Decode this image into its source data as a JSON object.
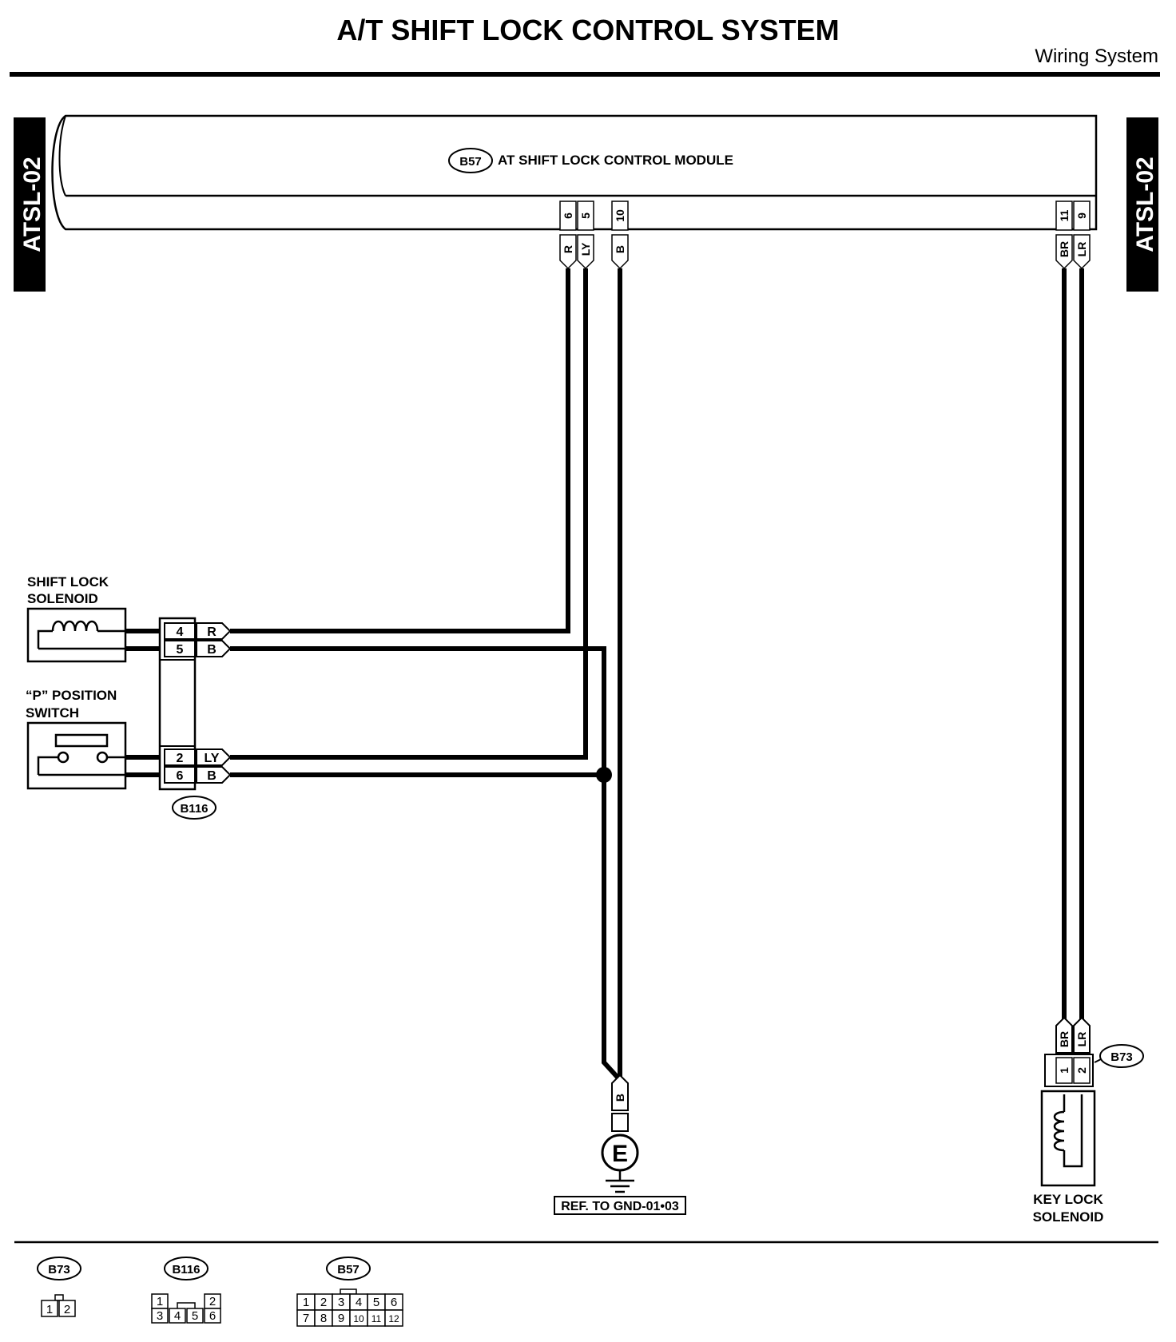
{
  "header": {
    "title": "A/T SHIFT LOCK CONTROL SYSTEM",
    "subtitle": "Wiring System"
  },
  "side_tab": {
    "left": "ATSL-02",
    "right": "ATSL-02"
  },
  "module": {
    "connector": "B57",
    "label": "AT SHIFT LOCK CONTROL MODULE",
    "pins": [
      {
        "pin": "6",
        "wire": "R"
      },
      {
        "pin": "5",
        "wire": "LY"
      },
      {
        "pin": "10",
        "wire": "B"
      },
      {
        "pin": "11",
        "wire": "BR"
      },
      {
        "pin": "9",
        "wire": "LR"
      }
    ]
  },
  "shift_lock_solenoid": {
    "line1": "SHIFT LOCK",
    "line2": "SOLENOID"
  },
  "p_position_switch": {
    "line1": "“P” POSITION",
    "line2": "SWITCH"
  },
  "connector_b116": {
    "id": "B116",
    "rows": [
      {
        "pin": "4",
        "wire": "R"
      },
      {
        "pin": "5",
        "wire": "B"
      },
      {
        "pin": "2",
        "wire": "LY"
      },
      {
        "pin": "6",
        "wire": "B"
      }
    ]
  },
  "ground": {
    "wire": "B",
    "symbol": "E",
    "ref": "REF. TO GND-01•03"
  },
  "key_lock": {
    "connector": "B73",
    "wires": [
      "BR",
      "LR"
    ],
    "pins": [
      "1",
      "2"
    ],
    "line1": "KEY LOCK",
    "line2": "SOLENOID"
  },
  "legend": {
    "b73": {
      "id": "B73",
      "pins": [
        "1",
        "2"
      ]
    },
    "b116": {
      "id": "B116",
      "top": [
        "1",
        "2"
      ],
      "bottom": [
        "3",
        "4",
        "5",
        "6"
      ]
    },
    "b57": {
      "id": "B57",
      "top": [
        "1",
        "2",
        "3",
        "4",
        "5",
        "6"
      ],
      "bottom": [
        "7",
        "8",
        "9",
        "10",
        "11",
        "12"
      ]
    }
  }
}
